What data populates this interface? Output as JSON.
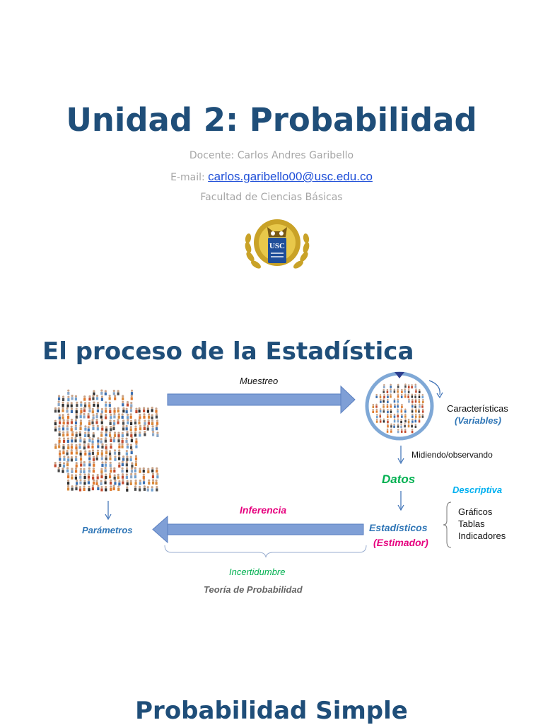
{
  "slide1": {
    "title": "Unidad 2: Probabilidad",
    "teacher": "Docente: Carlos Andres Garibello",
    "email_label": "E-mail:",
    "email": "carlos.garibello00@usc.edu.co",
    "faculty": "Facultad de Ciencias Básicas",
    "logo_text": "USC"
  },
  "slide2": {
    "title": "El proceso de la Estadística",
    "muestreo": "Muestreo",
    "caracteristicas": "Características",
    "variables": "(Variables)",
    "midiendo": "Midiendo/observando",
    "datos": "Datos",
    "descriptiva": "Descriptiva",
    "graficos": "Gráficos",
    "tablas": "Tablas",
    "indicadores": "Indicadores",
    "inferencia": "Inferencia",
    "parametros": "Parámetros",
    "estadisticos": "Estadísticos",
    "estimador": "(Estimador)",
    "incertidumbre": "Incertidumbre",
    "teoria": "Teoría de Probabilidad",
    "colors": {
      "title": "#1f4e79",
      "blue_label": "#2e75b6",
      "green": "#00b050",
      "pink": "#e6007e",
      "cyan": "#00b0f0",
      "arrow": "#7f9fd6"
    }
  },
  "slide3": {
    "title": "Probabilidad Simple"
  }
}
